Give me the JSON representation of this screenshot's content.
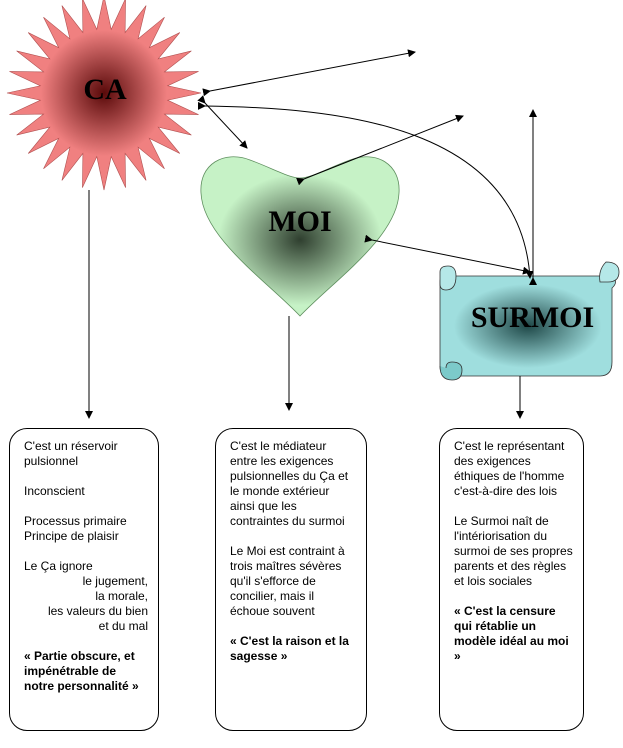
{
  "nodes": {
    "ca": {
      "label": "CA",
      "fill": "#f08080",
      "center": "#5a0a0a"
    },
    "moi": {
      "label": "MOI",
      "fill": "#c6f2c6",
      "center": "#2f3f2f"
    },
    "surmoi": {
      "label": "SURMOI",
      "fill": "#9fdede",
      "center": "#1f4848"
    }
  },
  "boxes": {
    "ca": {
      "p1": "C'est un réservoir pulsionnel",
      "p2": "Inconscient",
      "p3a": "Processus primaire",
      "p3b": "Principe de plaisir",
      "p4_head": "Le Ça ignore",
      "p4_lines": [
        "le jugement,",
        "la morale,",
        "les valeurs du bien",
        "et du mal"
      ],
      "quote": "« Partie obscure, et impénétrable de notre personnalité »"
    },
    "moi": {
      "p1": "C'est le médiateur entre les exigences pulsionnelles du Ça et le monde extérieur ainsi que les contraintes du surmoi",
      "p2": "Le Moi est contraint à trois maîtres sévères qu'il s'efforce de concilier, mais il échoue souvent",
      "quote": "« C'est la raison et la sagesse »"
    },
    "surmoi": {
      "p1": "C'est le représentant des exigences éthiques de l'homme c'est-à-dire des lois",
      "p2": "Le Surmoi naît de l'intériorisation du surmoi de ses propres parents et des règles et lois sociales",
      "quote": "« C'est la censure qui rétablie un modèle idéal au moi »"
    }
  }
}
